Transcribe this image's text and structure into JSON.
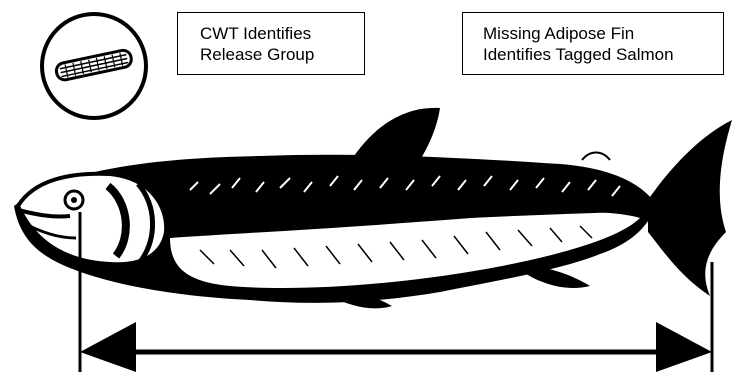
{
  "labels": {
    "cwt": {
      "line1": "CWT Identifies",
      "line2": "Release Group"
    },
    "adipose": {
      "line1": "Missing Adipose Fin",
      "line2": "Identifies Tagged Salmon"
    }
  },
  "colors": {
    "ink": "#000000",
    "paper": "#ffffff"
  },
  "icons": {
    "tag": "coded-wire-tag-icon",
    "fish": "salmon-illustration",
    "measure": "length-measurement-arrow"
  }
}
